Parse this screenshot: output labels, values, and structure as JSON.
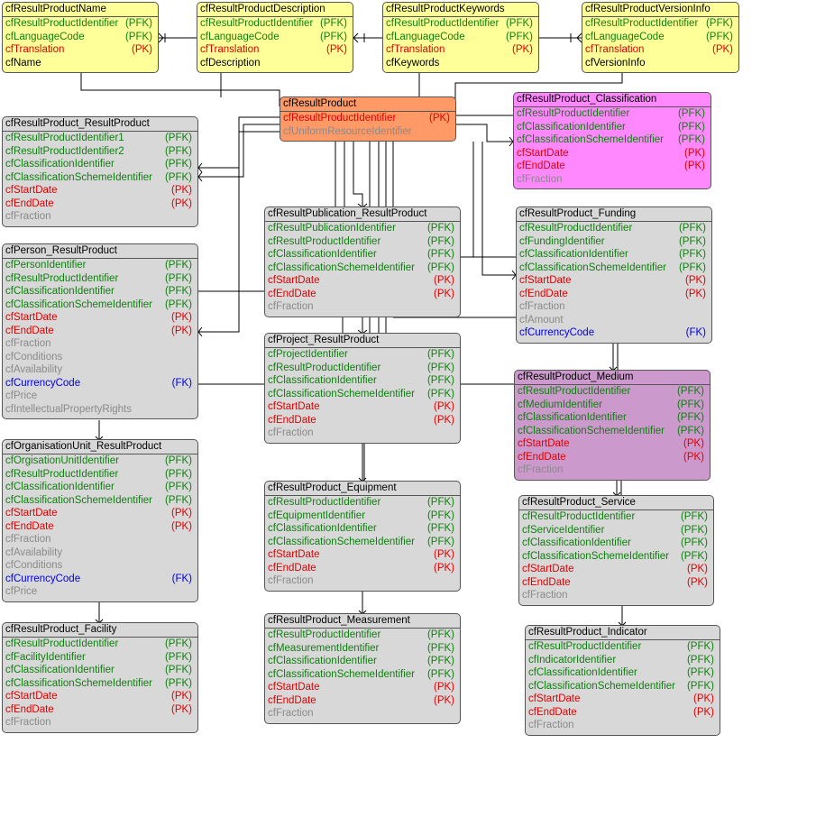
{
  "colors": {
    "yellow": "#ffff99",
    "gray": "#d8d8d8",
    "orange": "#ff9966",
    "pink": "#ff88ff",
    "purple": "#cc99cc",
    "pfk": "#0f7f0f",
    "pk": "#e00000",
    "fk": "#0000dd",
    "dim": "#8a8a8a"
  },
  "entities": [
    {
      "id": "e1",
      "title": "cfResultProductName",
      "color": "yellow",
      "fields": [
        {
          "name": "cfResultProductIdentifier",
          "key": "(PFK)",
          "type": "pfk"
        },
        {
          "name": "cfLanguageCode",
          "key": "(PFK)",
          "type": "pfk"
        },
        {
          "name": "cfTranslation",
          "key": "(PK)",
          "type": "pk"
        },
        {
          "name": "cfName",
          "key": "",
          "type": "att"
        }
      ]
    },
    {
      "id": "e2",
      "title": "cfResultProductDescription",
      "color": "yellow",
      "fields": [
        {
          "name": "cfResultProductIdentifier",
          "key": "(PFK)",
          "type": "pfk"
        },
        {
          "name": "cfLanguageCode",
          "key": "(PFK)",
          "type": "pfk"
        },
        {
          "name": "cfTranslation",
          "key": "(PK)",
          "type": "pk"
        },
        {
          "name": "cfDescription",
          "key": "",
          "type": "att"
        }
      ]
    },
    {
      "id": "e3",
      "title": "cfResultProductKeywords",
      "color": "yellow",
      "fields": [
        {
          "name": "cfResultProductIdentifier",
          "key": "(PFK)",
          "type": "pfk"
        },
        {
          "name": "cfLanguageCode",
          "key": "(PFK)",
          "type": "pfk"
        },
        {
          "name": "cfTranslation",
          "key": "(PK)",
          "type": "pk"
        },
        {
          "name": "cfKeywords",
          "key": "",
          "type": "att"
        }
      ]
    },
    {
      "id": "e4",
      "title": "cfResultProductVersionInfo",
      "color": "yellow",
      "fields": [
        {
          "name": "cfResultProductIdentifier",
          "key": "(PFK)",
          "type": "pfk"
        },
        {
          "name": "cfLanguageCode",
          "key": "(PFK)",
          "type": "pfk"
        },
        {
          "name": "cfTranslation",
          "key": "(PK)",
          "type": "pk"
        },
        {
          "name": "cfVersionInfo",
          "key": "",
          "type": "att"
        }
      ]
    },
    {
      "id": "e5",
      "title": "cfResultProduct",
      "color": "orange",
      "fields": [
        {
          "name": "cfResultProductIdentifier",
          "key": "(PK)",
          "type": "pk"
        },
        {
          "name": "cfUniformResourceIdentifier",
          "key": "",
          "type": "dim"
        }
      ]
    },
    {
      "id": "e6",
      "title": "cfResultProduct_Classification",
      "color": "pink",
      "fields": [
        {
          "name": "cfResultProductIdentifier",
          "key": "(PFK)",
          "type": "pfk"
        },
        {
          "name": "cfClassificationIdentifier",
          "key": "(PFK)",
          "type": "pfk"
        },
        {
          "name": "cfClassificationSchemeIdentifier",
          "key": "(PFK)",
          "type": "pfk"
        },
        {
          "name": "cfStartDate",
          "key": "(PK)",
          "type": "pk"
        },
        {
          "name": "cfEndDate",
          "key": "(PK)",
          "type": "pk"
        },
        {
          "name": "cfFraction",
          "key": "",
          "type": "dim"
        }
      ]
    },
    {
      "id": "e7",
      "title": "cfResultProduct_ResultProduct",
      "color": "gray",
      "fields": [
        {
          "name": "cfResultProductIdentifier1",
          "key": "(PFK)",
          "type": "pfk"
        },
        {
          "name": "cfResultProductIdentifier2",
          "key": "(PFK)",
          "type": "pfk"
        },
        {
          "name": "cfClassificationIdentifier",
          "key": "(PFK)",
          "type": "pfk"
        },
        {
          "name": "cfClassificationSchemeIdentifier",
          "key": "(PFK)",
          "type": "pfk"
        },
        {
          "name": "cfStartDate",
          "key": "(PK)",
          "type": "pk"
        },
        {
          "name": "cfEndDate",
          "key": "(PK)",
          "type": "pk"
        },
        {
          "name": "cfFraction",
          "key": "",
          "type": "dim"
        }
      ]
    },
    {
      "id": "e8",
      "title": "cfResultPublication_ResultProduct",
      "color": "gray",
      "fields": [
        {
          "name": "cfResultPublicationIdentifier",
          "key": "(PFK)",
          "type": "pfk"
        },
        {
          "name": "cfResultProductIdentifier",
          "key": "(PFK)",
          "type": "pfk"
        },
        {
          "name": "cfClassificationIdentifier",
          "key": "(PFK)",
          "type": "pfk"
        },
        {
          "name": "cfClassificationSchemeIdentifier",
          "key": "(PFK)",
          "type": "pfk"
        },
        {
          "name": "cfStartDate",
          "key": "(PK)",
          "type": "pk"
        },
        {
          "name": "cfEndDate",
          "key": "(PK)",
          "type": "pk"
        },
        {
          "name": "cfFraction",
          "key": "",
          "type": "dim"
        }
      ]
    },
    {
      "id": "e9",
      "title": "cfResultProduct_Funding",
      "color": "gray",
      "fields": [
        {
          "name": "cfResultProductIdentifier",
          "key": "(PFK)",
          "type": "pfk"
        },
        {
          "name": "cfFundingIdentifier",
          "key": "(PFK)",
          "type": "pfk"
        },
        {
          "name": "cfClassificationIdentifier",
          "key": "(PFK)",
          "type": "pfk"
        },
        {
          "name": "cfClassificationSchemeIdentifier",
          "key": "(PFK)",
          "type": "pfk"
        },
        {
          "name": "cfStartDate",
          "key": "(PK)",
          "type": "pk"
        },
        {
          "name": "cfEndDate",
          "key": "(PK)",
          "type": "pk"
        },
        {
          "name": "cfFraction",
          "key": "",
          "type": "dim"
        },
        {
          "name": "cfAmount",
          "key": "",
          "type": "dim"
        },
        {
          "name": "cfCurrencyCode",
          "key": "(FK)",
          "type": "fk"
        }
      ]
    },
    {
      "id": "e10",
      "title": "cfPerson_ResultProduct",
      "color": "gray",
      "fields": [
        {
          "name": "cfPersonIdentifier",
          "key": "(PFK)",
          "type": "pfk"
        },
        {
          "name": "cfResultProductIdentifier",
          "key": "(PFK)",
          "type": "pfk"
        },
        {
          "name": "cfClassificationIdentifier",
          "key": "(PFK)",
          "type": "pfk"
        },
        {
          "name": "cfClassificationSchemeIdentifier",
          "key": "(PFK)",
          "type": "pfk"
        },
        {
          "name": "cfStartDate",
          "key": "(PK)",
          "type": "pk"
        },
        {
          "name": "cfEndDate",
          "key": "(PK)",
          "type": "pk"
        },
        {
          "name": "cfFraction",
          "key": "",
          "type": "dim"
        },
        {
          "name": "cfConditions",
          "key": "",
          "type": "dim"
        },
        {
          "name": "cfAvailability",
          "key": "",
          "type": "dim"
        },
        {
          "name": "cfCurrencyCode",
          "key": "(FK)",
          "type": "fk"
        },
        {
          "name": "cfPrice",
          "key": "",
          "type": "dim"
        },
        {
          "name": "cfIntellectualPropertyRights",
          "key": "",
          "type": "dim"
        }
      ]
    },
    {
      "id": "e11",
      "title": "cfProject_ResultProduct",
      "color": "gray",
      "fields": [
        {
          "name": "cfProjectIdentifier",
          "key": "(PFK)",
          "type": "pfk"
        },
        {
          "name": "cfResultProductIdentifier",
          "key": "(PFK)",
          "type": "pfk"
        },
        {
          "name": "cfClassificationIdentifier",
          "key": "(PFK)",
          "type": "pfk"
        },
        {
          "name": "cfClassificationSchemeIdentifier",
          "key": "(PFK)",
          "type": "pfk"
        },
        {
          "name": "cfStartDate",
          "key": "(PK)",
          "type": "pk"
        },
        {
          "name": "cfEndDate",
          "key": "(PK)",
          "type": "pk"
        },
        {
          "name": "cfFraction",
          "key": "",
          "type": "dim"
        }
      ]
    },
    {
      "id": "e12",
      "title": "cfResultProduct_Medium",
      "color": "purple",
      "fields": [
        {
          "name": "cfResultProductIdentifier",
          "key": "(PFK)",
          "type": "pfk"
        },
        {
          "name": "cfMediumIdentifier",
          "key": "(PFK)",
          "type": "pfk"
        },
        {
          "name": "cfClassificationIdentifier",
          "key": "(PFK)",
          "type": "pfk"
        },
        {
          "name": "cfClassificationSchemeIdentifier",
          "key": "(PFK)",
          "type": "pfk"
        },
        {
          "name": "cfStartDate",
          "key": "(PK)",
          "type": "pk"
        },
        {
          "name": "cfEndDate",
          "key": "(PK)",
          "type": "pk"
        },
        {
          "name": "cfFraction",
          "key": "",
          "type": "dim"
        }
      ]
    },
    {
      "id": "e13",
      "title": "cfOrganisationUnit_ResultProduct",
      "color": "gray",
      "fields": [
        {
          "name": "cfOrgisationUnitIdentifier",
          "key": "(PFK)",
          "type": "pfk"
        },
        {
          "name": "cfResultProductIdentifier",
          "key": "(PFK)",
          "type": "pfk"
        },
        {
          "name": "cfClassificationIdentifier",
          "key": "(PFK)",
          "type": "pfk"
        },
        {
          "name": "cfClassificationSchemeIdentifier",
          "key": "(PFK)",
          "type": "pfk"
        },
        {
          "name": "cfStartDate",
          "key": "(PK)",
          "type": "pk"
        },
        {
          "name": "cfEndDate",
          "key": "(PK)",
          "type": "pk"
        },
        {
          "name": "cfFraction",
          "key": "",
          "type": "dim"
        },
        {
          "name": "cfAvailability",
          "key": "",
          "type": "dim"
        },
        {
          "name": "cfConditions",
          "key": "",
          "type": "dim"
        },
        {
          "name": "cfCurrencyCode",
          "key": "(FK)",
          "type": "fk"
        },
        {
          "name": "cfPrice",
          "key": "",
          "type": "dim"
        }
      ]
    },
    {
      "id": "e14",
      "title": "cfResultProduct_Equipment",
      "color": "gray",
      "fields": [
        {
          "name": "cfResultProductIdentifier",
          "key": "(PFK)",
          "type": "pfk"
        },
        {
          "name": "cfEquipmentIdentifier",
          "key": "(PFK)",
          "type": "pfk"
        },
        {
          "name": "cfClassificationIdentifier",
          "key": "(PFK)",
          "type": "pfk"
        },
        {
          "name": "cfClassificationSchemeIdentifier",
          "key": "(PFK)",
          "type": "pfk"
        },
        {
          "name": "cfStartDate",
          "key": "(PK)",
          "type": "pk"
        },
        {
          "name": "cfEndDate",
          "key": "(PK)",
          "type": "pk"
        },
        {
          "name": "cfFraction",
          "key": "",
          "type": "dim"
        }
      ]
    },
    {
      "id": "e15",
      "title": "cfResultProduct_Service",
      "color": "gray",
      "fields": [
        {
          "name": "cfResultProductIdentifier",
          "key": "(PFK)",
          "type": "pfk"
        },
        {
          "name": "cfServiceIdentifier",
          "key": "(PFK)",
          "type": "pfk"
        },
        {
          "name": "cfClassificationIdentifier",
          "key": "(PFK)",
          "type": "pfk"
        },
        {
          "name": "cfClassificationSchemeIdentifier",
          "key": "(PFK)",
          "type": "pfk"
        },
        {
          "name": "cfStartDate",
          "key": "(PK)",
          "type": "pk"
        },
        {
          "name": "cfEndDate",
          "key": "(PK)",
          "type": "pk"
        },
        {
          "name": "cfFraction",
          "key": "",
          "type": "dim"
        }
      ]
    },
    {
      "id": "e16",
      "title": "cfResultProduct_Facility",
      "color": "gray",
      "fields": [
        {
          "name": "cfResultProductIdentifier",
          "key": "(PFK)",
          "type": "pfk"
        },
        {
          "name": "cfFacilityIdentifier",
          "key": "(PFK)",
          "type": "pfk"
        },
        {
          "name": "cfClassificationIdentifier",
          "key": "(PFK)",
          "type": "pfk"
        },
        {
          "name": "cfClassificationSchemeIdentifier",
          "key": "(PFK)",
          "type": "pfk"
        },
        {
          "name": "cfStartDate",
          "key": "(PK)",
          "type": "pk"
        },
        {
          "name": "cfEndDate",
          "key": "(PK)",
          "type": "pk"
        },
        {
          "name": "cfFraction",
          "key": "",
          "type": "dim"
        }
      ]
    },
    {
      "id": "e17",
      "title": "cfResultProduct_Measurement",
      "color": "gray",
      "fields": [
        {
          "name": "cfResultProductIdentifier",
          "key": "(PFK)",
          "type": "pfk"
        },
        {
          "name": "cfMeasurementIdentifier",
          "key": "(PFK)",
          "type": "pfk"
        },
        {
          "name": "cfClassificationIdentifier",
          "key": "(PFK)",
          "type": "pfk"
        },
        {
          "name": "cfClassificationSchemeIdentifier",
          "key": "(PFK)",
          "type": "pfk"
        },
        {
          "name": "cfStartDate",
          "key": "(PK)",
          "type": "pk"
        },
        {
          "name": "cfEndDate",
          "key": "(PK)",
          "type": "pk"
        },
        {
          "name": "cfFraction",
          "key": "",
          "type": "dim"
        }
      ]
    },
    {
      "id": "e18",
      "title": "cfResultProduct_Indicator",
      "color": "gray",
      "fields": [
        {
          "name": "cfResultProductIdentifier",
          "key": "(PFK)",
          "type": "pfk"
        },
        {
          "name": "cfIndicatorIdentifier",
          "key": "(PFK)",
          "type": "pfk"
        },
        {
          "name": "cfClassificationIdentifier",
          "key": "(PFK)",
          "type": "pfk"
        },
        {
          "name": "cfClassificationSchemeIdentifier",
          "key": "(PFK)",
          "type": "pfk"
        },
        {
          "name": "cfStartDate",
          "key": "(PK)",
          "type": "pk"
        },
        {
          "name": "cfEndDate",
          "key": "(PK)",
          "type": "pk"
        },
        {
          "name": "cfFraction",
          "key": "",
          "type": "dim"
        }
      ]
    }
  ]
}
